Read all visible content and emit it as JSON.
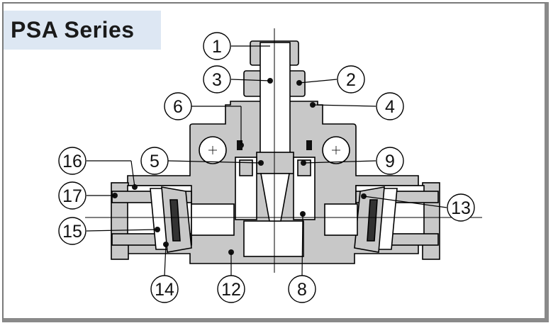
{
  "title": "PSA Series",
  "callouts": [
    {
      "id": "c1",
      "label": "1"
    },
    {
      "id": "c2",
      "label": "2"
    },
    {
      "id": "c3",
      "label": "3"
    },
    {
      "id": "c4",
      "label": "4"
    },
    {
      "id": "c5",
      "label": "5"
    },
    {
      "id": "c6",
      "label": "6"
    },
    {
      "id": "c8",
      "label": "8"
    },
    {
      "id": "c9",
      "label": "9"
    },
    {
      "id": "c12",
      "label": "12"
    },
    {
      "id": "c13",
      "label": "13"
    },
    {
      "id": "c14",
      "label": "14"
    },
    {
      "id": "c15",
      "label": "15"
    },
    {
      "id": "c16",
      "label": "16"
    },
    {
      "id": "c17",
      "label": "17"
    }
  ],
  "colors": {
    "body_fill": "#c8c8c8",
    "outline": "#000000",
    "title_bg": "#dde7f3"
  }
}
